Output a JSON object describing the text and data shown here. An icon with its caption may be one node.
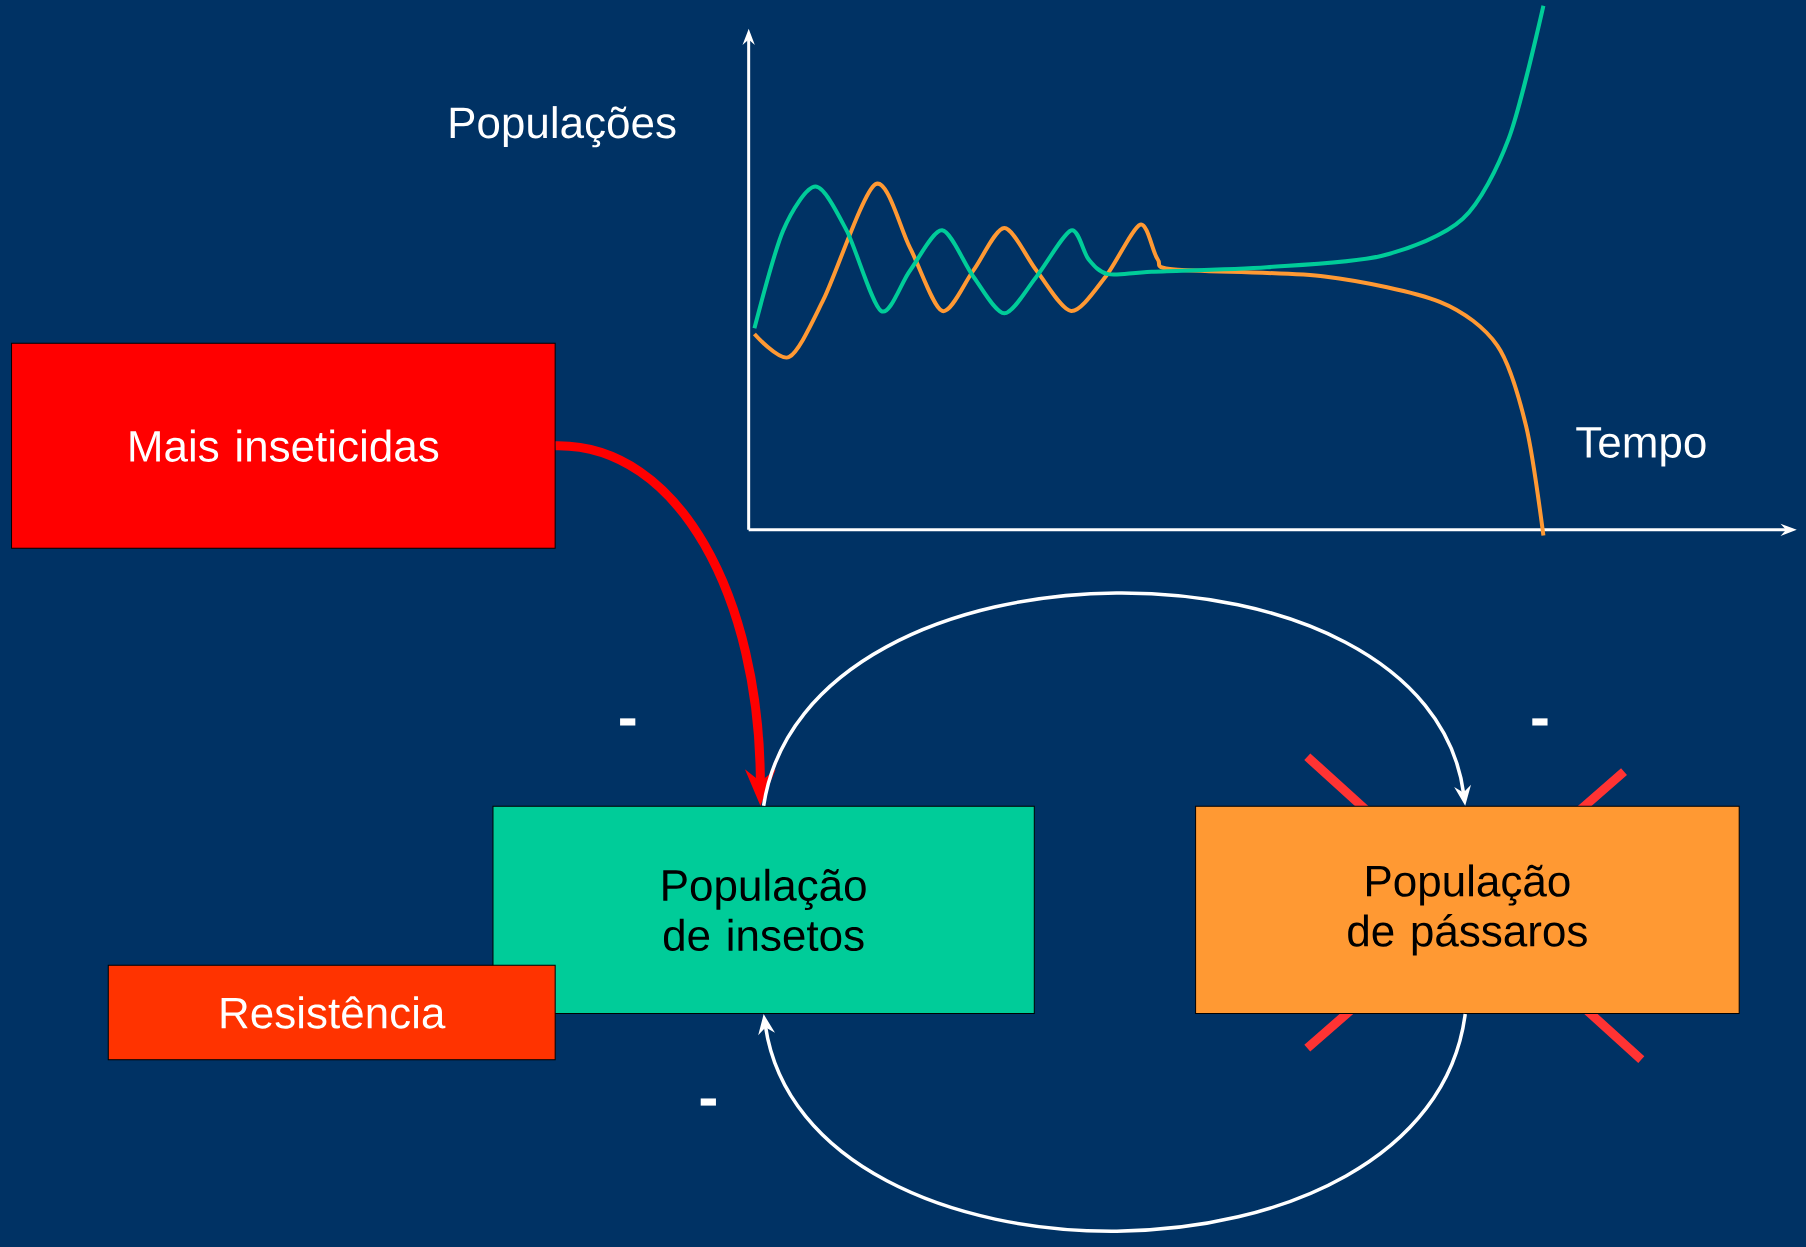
{
  "diagram": {
    "nodes": [
      {
        "text": [
          "Mais inseticidas"
        ]
      },
      {
        "text": [
          "População de insetos"
        ]
      },
      {
        "text": [
          "Resistência"
        ]
      },
      {
        "text": [
          "População de pássaros"
        ]
      }
    ],
    "edges": [
      {
        "from": 0,
        "to": 1,
        "arrow": "to",
        "label": "-",
        "style": "thick",
        "color": "#ff0000"
      },
      {
        "from": 1,
        "to": 3,
        "arrow": "to",
        "label": "-"
      },
      {
        "from": 3,
        "to": 1,
        "arrow": "to",
        "label": "-"
      }
    ],
    "labels": [
      "Populações",
      "Tempo"
    ]
  }
}
